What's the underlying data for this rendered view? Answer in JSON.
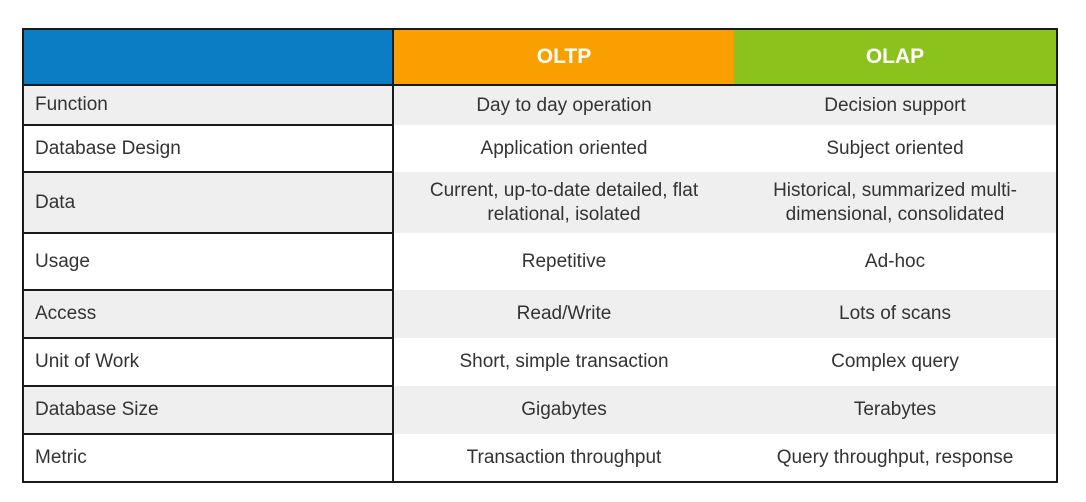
{
  "colors": {
    "header_blank": "#0a7dc4",
    "header_oltp": "#f9a000",
    "header_olap": "#8cc21c",
    "row_alt": "#efefef",
    "row_plain": "#ffffff",
    "text": "#333333",
    "grid": "#1a1a1a"
  },
  "header": {
    "blank": "",
    "oltp": "OLTP",
    "olap": "OLAP"
  },
  "rows": [
    {
      "label": "Function",
      "oltp": "Day to day  operation",
      "olap": "Decision support"
    },
    {
      "label": "Database Design",
      "oltp": "Application oriented",
      "olap": "Subject  oriented"
    },
    {
      "label": "Data",
      "oltp": "Current, up-to-date detailed, flat relational, isolated",
      "olap": "Historical, summarized multi-dimensional, consolidated"
    },
    {
      "label": "Usage",
      "oltp": "Repetitive",
      "olap": "Ad-hoc"
    },
    {
      "label": "Access",
      "oltp": "Read/Write",
      "olap": "Lots of scans"
    },
    {
      "label": "Unit of Work",
      "oltp": "Short, simple transaction",
      "olap": "Complex query"
    },
    {
      "label": "Database Size",
      "oltp": "Gigabytes",
      "olap": "Terabytes"
    },
    {
      "label": "Metric",
      "oltp": "Transaction throughput",
      "olap": "Query throughput, response"
    }
  ]
}
